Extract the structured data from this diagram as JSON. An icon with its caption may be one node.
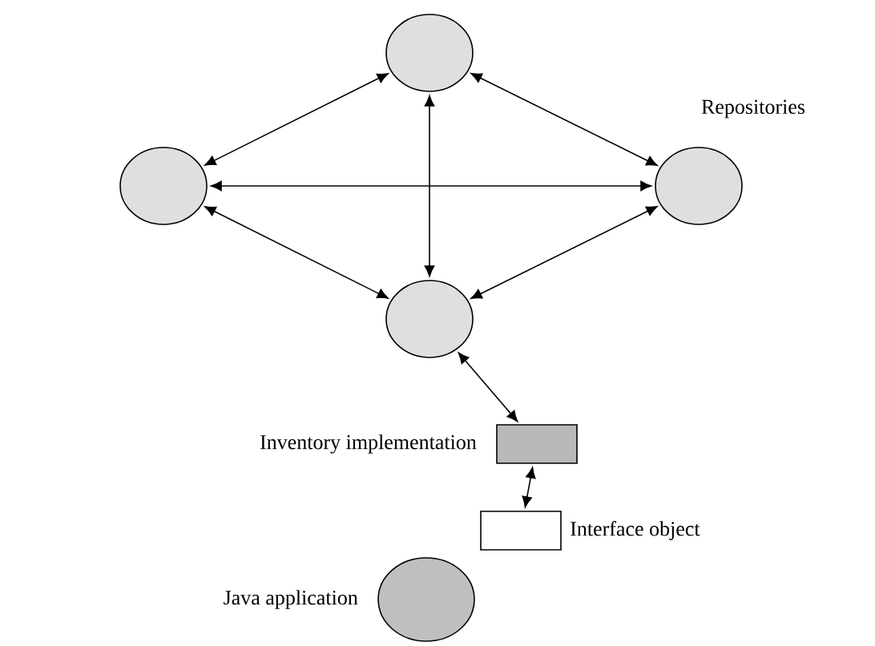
{
  "diagram": {
    "nodes": [
      {
        "text": [],
        "shape": "circle"
      },
      {
        "text": [],
        "shape": "circle"
      },
      {
        "text": [],
        "shape": "circle"
      },
      {
        "text": [],
        "shape": "circle"
      },
      {
        "text": [],
        "shape": "box",
        "beside": [
          "Inventory implementation"
        ]
      },
      {
        "text": [],
        "shape": "box",
        "beside": [
          "Interface object"
        ]
      },
      {
        "text": [],
        "shape": "circle",
        "beside": [
          "Java application"
        ]
      }
    ],
    "edges": [
      {
        "from": 0,
        "to": 1,
        "arrow": "both"
      },
      {
        "from": 0,
        "to": 2,
        "arrow": "both"
      },
      {
        "from": 0,
        "to": 3,
        "arrow": "both"
      },
      {
        "from": 1,
        "to": 2,
        "arrow": "both"
      },
      {
        "from": 1,
        "to": 3,
        "arrow": "both"
      },
      {
        "from": 2,
        "to": 3,
        "arrow": "both"
      },
      {
        "from": 3,
        "to": 4,
        "arrow": "both"
      },
      {
        "from": 4,
        "to": 5,
        "arrow": "both"
      }
    ],
    "labels": [
      "Repositories"
    ]
  }
}
